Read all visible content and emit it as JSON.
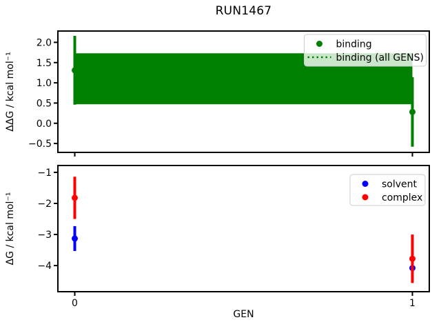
{
  "figure": {
    "title": "RUN1467",
    "background": "#ffffff"
  },
  "chart_data": [
    {
      "type": "scatter",
      "title": "RUN1467",
      "xlabel": "",
      "ylabel": "ΔΔG / kcal mol⁻¹",
      "xlim": [
        -0.05,
        1.05
      ],
      "ylim": [
        -0.72,
        2.28
      ],
      "yticks": [
        2.0,
        1.5,
        1.0,
        0.5,
        0.0,
        -0.5
      ],
      "yticklabels": [
        "2.0",
        "1.5",
        "1.0",
        "0.5",
        "0.0",
        "−0.5"
      ],
      "xticks": [
        0,
        1
      ],
      "xticklabels": [],
      "grid": false,
      "legend_position": "upper right",
      "series": [
        {
          "name": "binding",
          "type": "errorbar-scatter",
          "color": "#008000",
          "marker": "circle",
          "x": [
            0,
            1
          ],
          "y": [
            1.31,
            0.28
          ],
          "yerr": [
            0.85,
            0.86
          ]
        },
        {
          "name": "binding (all GENS)",
          "type": "band",
          "color": "#008000",
          "line_style": "dotted",
          "x": [
            0,
            1
          ],
          "center": 1.1,
          "half_width": 0.63
        }
      ]
    },
    {
      "type": "scatter",
      "title": "",
      "xlabel": "GEN",
      "ylabel": "ΔG / kcal mol⁻¹",
      "xlim": [
        -0.05,
        1.05
      ],
      "ylim": [
        -4.84,
        -0.78
      ],
      "yticks": [
        -1,
        -2,
        -3,
        -4
      ],
      "yticklabels": [
        "−1",
        "−2",
        "−3",
        "−4"
      ],
      "xticks": [
        0,
        1
      ],
      "xticklabels": [
        "0",
        "1"
      ],
      "grid": false,
      "legend_position": "upper right",
      "series": [
        {
          "name": "solvent",
          "type": "errorbar-scatter",
          "color": "#0000ff",
          "marker": "circle",
          "x": [
            0,
            1
          ],
          "y": [
            -3.13,
            -4.08
          ],
          "yerr": [
            0.4,
            0.35
          ]
        },
        {
          "name": "complex",
          "type": "errorbar-scatter",
          "color": "#ff0000",
          "marker": "circle",
          "x": [
            0,
            1
          ],
          "y": [
            -1.82,
            -3.78
          ],
          "yerr": [
            0.68,
            0.78
          ]
        }
      ]
    }
  ]
}
